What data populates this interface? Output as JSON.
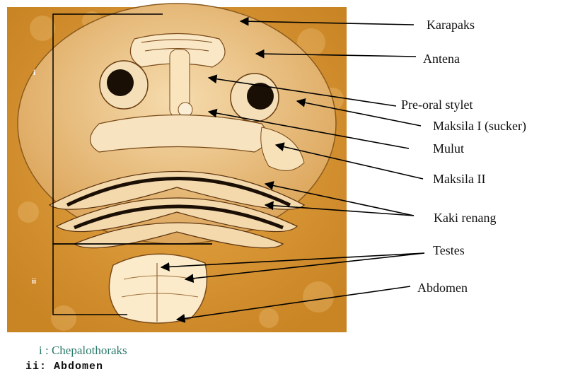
{
  "labels": {
    "karapaks": "Karapaks",
    "antena": "Antena",
    "preoral": "Pre-oral stylet",
    "maksila1": "Maksila I (sucker)",
    "mulut": "Mulut",
    "maksila2": "Maksila II",
    "kaki": "Kaki renang",
    "testes": "Testes",
    "abdomen": "Abdomen"
  },
  "regions": {
    "i": "i",
    "ii": "ii"
  },
  "legend": {
    "line1": "i : Chepalothoraks",
    "line2": "ii: Abdomen"
  },
  "colors": {
    "background": "#d9952f",
    "specimen": "#f2d6a6",
    "dark": "#3a2410"
  }
}
